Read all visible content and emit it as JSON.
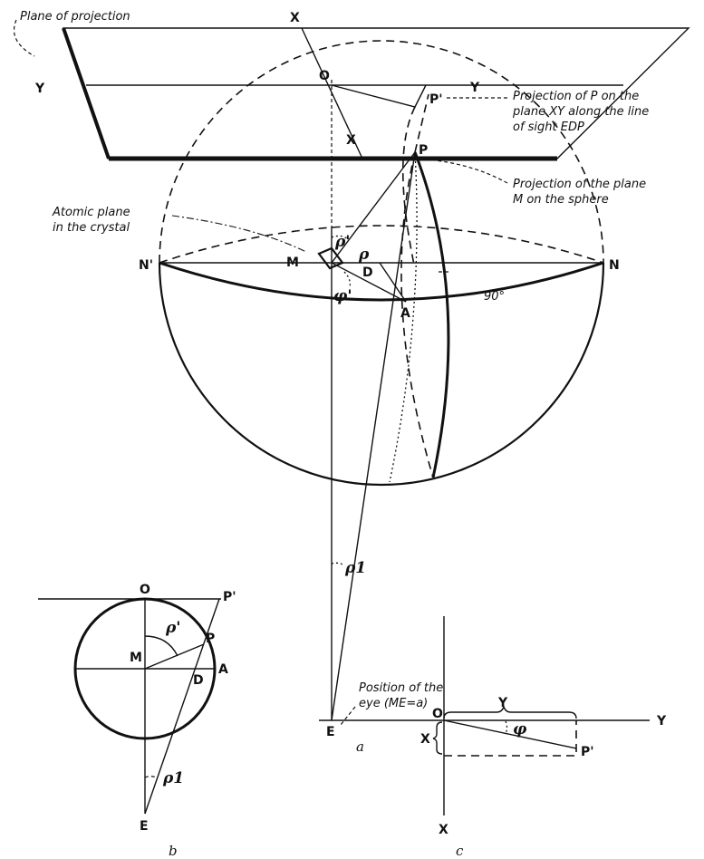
{
  "panel_a": {
    "callouts": {
      "plane_of_projection": "Plane of projection",
      "projection_of_p_1": "Projection of P on the",
      "projection_of_p_2": "plane XY along the line",
      "projection_of_p_3": "of sight EDP",
      "projection_of_plane_1": "Projection of the plane",
      "projection_of_plane_2": "M on the sphere",
      "atomic_plane_1": "Atomic plane",
      "atomic_plane_2": "in the crystal",
      "eye_1": "Position of the",
      "eye_2": "eye (ME=a)"
    },
    "points": {
      "X_top": "X",
      "Y_left": "Y",
      "O": "O",
      "P_prime": "P'",
      "Y_right": "Y",
      "X_low": "X",
      "P": "P",
      "N_prime": "N'",
      "M": "M",
      "N": "N",
      "D": "D",
      "A": "A",
      "E": "E"
    },
    "angles": {
      "rho_prime": "ρ'",
      "rho": "ρ",
      "phi_prime": "φ'",
      "ninety": "90°",
      "rho1": "ρ1"
    },
    "caption": "a"
  },
  "panel_b": {
    "points": {
      "O": "O",
      "P_prime": "P'",
      "P": "P",
      "M": "M",
      "D": "D",
      "A": "A",
      "E": "E"
    },
    "angles": {
      "rho_prime": "ρ'",
      "rho1": "ρ1"
    },
    "caption": "b"
  },
  "panel_c": {
    "points": {
      "O": "O",
      "Y_axis": "Y",
      "X_axis": "X",
      "P_prime": "P'"
    },
    "measures": {
      "y": "Y",
      "x": "X"
    },
    "angles": {
      "phi": "φ"
    },
    "caption": "c"
  }
}
